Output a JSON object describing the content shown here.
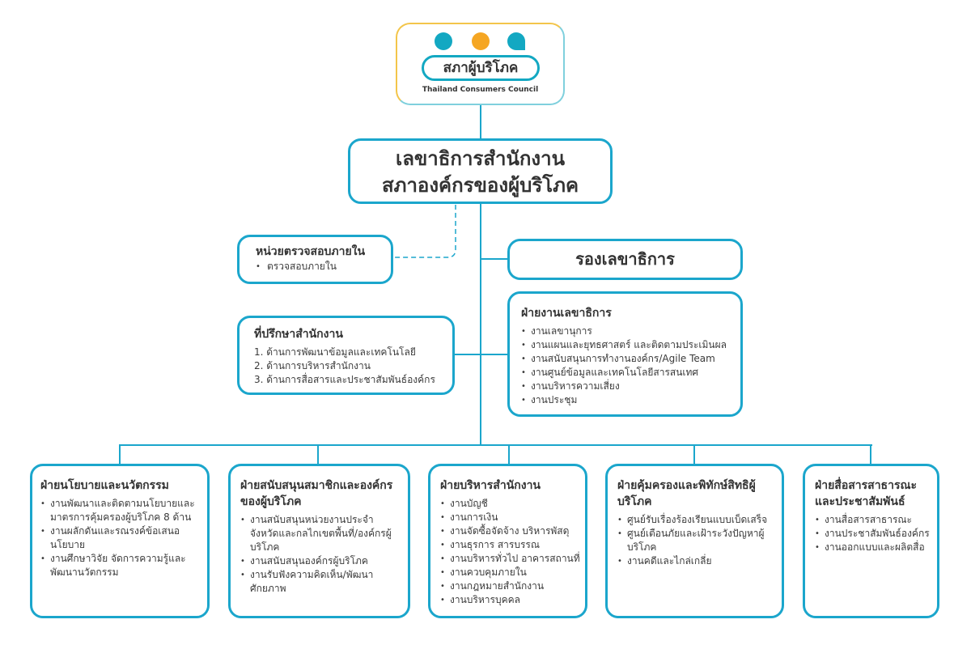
{
  "logo": {
    "name_th": "สภาผู้บริโภค",
    "name_en": "Thailand Consumers Council",
    "colors": [
      "#13a8c2",
      "#f5a623",
      "#13a8c2"
    ]
  },
  "secretary_general": {
    "line1": "เลขาธิการสำนักงาน",
    "line2": "สภาองค์กรของผู้บริโภค"
  },
  "internal_audit": {
    "title": "หน่วยตรวจสอบภายใน",
    "items": [
      "ตรวจสอบภายใน"
    ]
  },
  "deputy": {
    "title": "รองเลขาธิการ"
  },
  "advisors": {
    "title": "ที่ปรึกษาสำนักงาน",
    "items": [
      "1. ด้านการพัฒนาข้อมูลและเทคโนโลยี",
      "2. ด้านการบริหารสำนักงาน",
      "3. ด้านการสื่อสารและประชาสัมพันธ์องค์กร"
    ]
  },
  "secretariat": {
    "title": "ฝ่ายงานเลขาธิการ",
    "items": [
      "งานเลขานุการ",
      "งานแผนและยุทธศาสตร์ และติดตามประเมินผล",
      "งานสนับสนุนการทำงานองค์กร/Agile Team",
      "งานศูนย์ข้อมูลและเทคโนโลยีสารสนเทศ",
      "งานบริหารความเสี่ยง",
      "งานประชุม"
    ]
  },
  "departments": [
    {
      "title": "ฝ่ายนโยบายและนวัตกรรม",
      "items": [
        "งานพัฒนาและติดตามนโยบายและมาตรการคุ้มครองผู้บริโภค 8 ด้าน",
        "งานผลักดันและรณรงค์ข้อเสนอนโยบาย",
        "งานศึกษาวิจัย จัดการความรู้และพัฒนานวัตกรรม"
      ]
    },
    {
      "title": "ฝ่ายสนับสนุนสมาชิกและองค์กรของผู้บริโภค",
      "items": [
        "งานสนับสนุนหน่วยงานประจำจังหวัดและกลไกเขตพื้นที่/องค์กรผู้บริโภค",
        "งานสนับสนุนองค์กรผู้บริโภค",
        "งานรับฟังความคิดเห็น/พัฒนาศักยภาพ"
      ]
    },
    {
      "title": "ฝ่ายบริหารสำนักงาน",
      "items": [
        "งานบัญชี",
        "งานการเงิน",
        "งานจัดซื้อจัดจ้าง บริหารพัสดุ",
        "งานธุรการ สารบรรณ",
        "งานบริหารทั่วไป อาคารสถานที่",
        "งานควบคุมภายใน",
        "งานกฎหมายสำนักงาน",
        "งานบริหารบุคคล"
      ]
    },
    {
      "title": "ฝ่ายคุ้มครองและพิทักษ์สิทธิผู้บริโภค",
      "items": [
        "ศูนย์รับเรื่องร้องเรียนแบบเบ็ดเสร็จ",
        "ศูนย์เตือนภัยและเฝ้าระวังปัญหาผู้บริโภค",
        "งานคดีและไกล่เกลี่ย"
      ]
    },
    {
      "title": "ฝ่ายสื่อสารสาธารณะและประชาสัมพันธ์",
      "items": [
        "งานสื่อสารสาธารณะ",
        "งานประชาสัมพันธ์องค์กร",
        "งานออกแบบและผลิตสื่อ"
      ]
    }
  ],
  "colors": {
    "accent": "#1ba6cc"
  }
}
